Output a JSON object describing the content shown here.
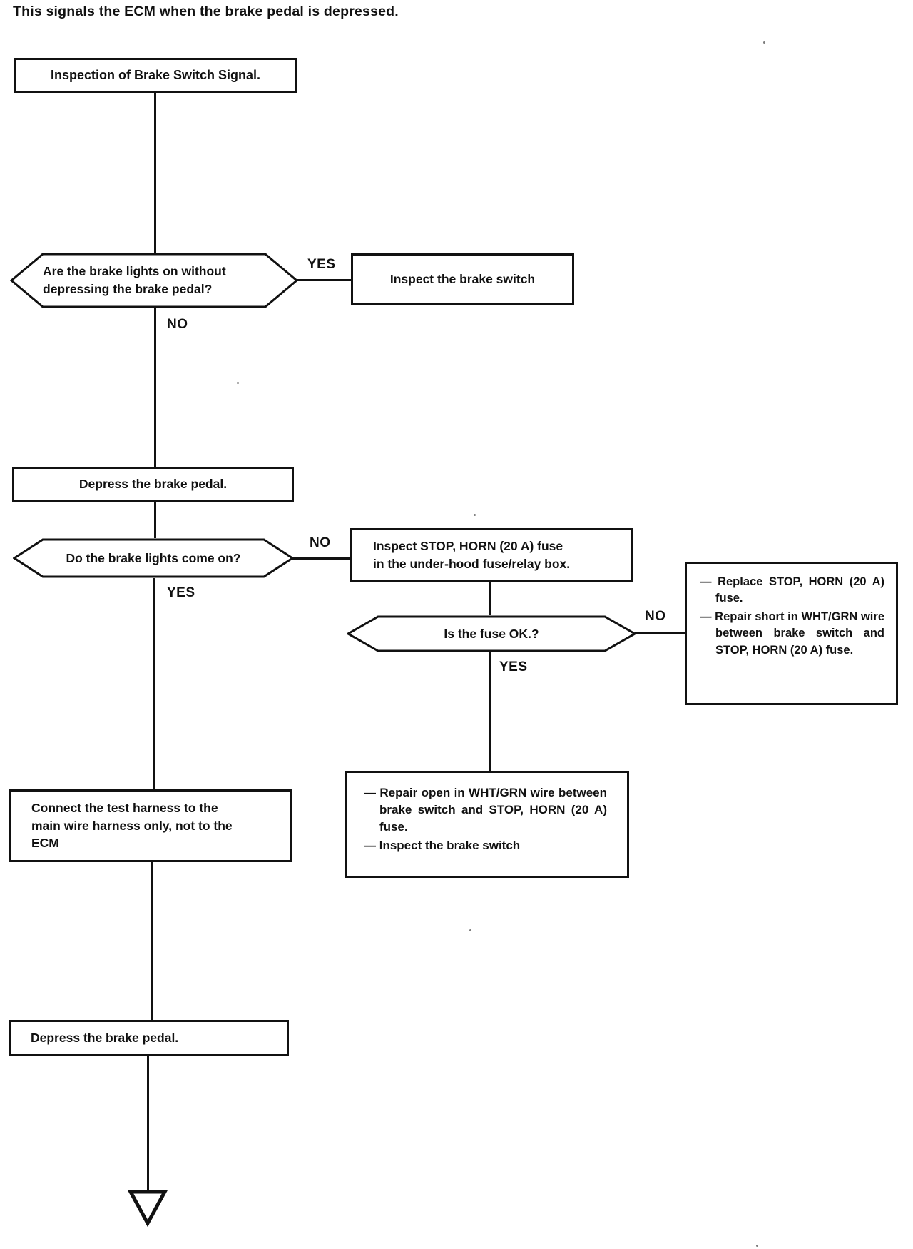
{
  "page": {
    "caption": "This signals the ECM when the brake pedal is depressed."
  },
  "labels": {
    "yes": "YES",
    "no": "NO"
  },
  "flowchart": {
    "title": "Inspection of Brake Switch Signal.",
    "decision_brake_lights_without": "Are the brake lights on without\ndepressing the brake pedal?",
    "action_inspect_brake_switch": "Inspect the brake switch",
    "action_depress_pedal_1": "Depress the brake pedal.",
    "decision_brake_lights_come_on": "Do the brake lights come on?",
    "action_inspect_fuse": "Inspect STOP, HORN (20 A) fuse\nin the under-hood fuse/relay box.",
    "decision_fuse_ok": "Is the fuse OK.?",
    "replace_fuse": {
      "items": [
        "— Replace STOP, HORN (20 A) fuse.",
        "— Repair short in WHT/GRN wire between brake switch and STOP, HORN (20 A) fuse."
      ]
    },
    "repair_open": {
      "items": [
        "— Repair open in WHT/GRN wire between brake switch and STOP, HORN (20 A) fuse.",
        "— Inspect the brake switch"
      ]
    },
    "action_connect_harness": "Connect the test harness to the\nmain wire harness only, not to the\nECM",
    "action_depress_pedal_2": "Depress the brake pedal."
  },
  "colors": {
    "ink": "#111111",
    "paper": "#ffffff"
  }
}
